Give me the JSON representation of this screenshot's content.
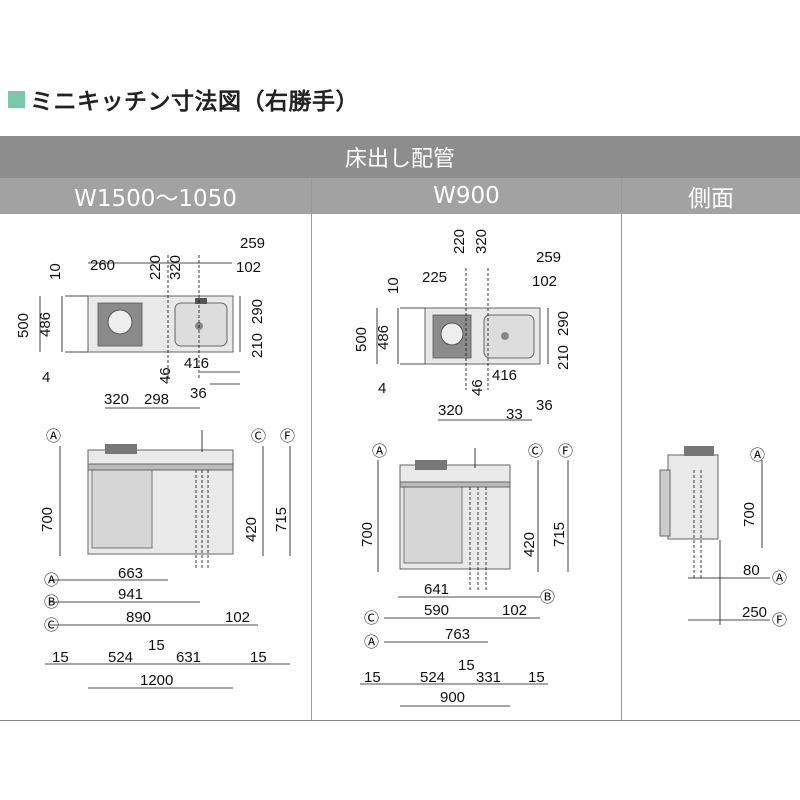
{
  "heading": "ミニキッチン寸法図（右勝手）",
  "table": {
    "top_header": "床出し配管",
    "col1": "W1500〜1050",
    "col2": "W900",
    "col3": "側面"
  },
  "markers": {
    "A": "Ⓐ",
    "B": "Ⓑ",
    "C": "Ⓒ",
    "F": "Ⓕ"
  },
  "d1": {
    "t259": "259",
    "t260": "260",
    "t220": "220",
    "t320": "320",
    "t10": "10",
    "t102": "102",
    "t500": "500",
    "t486": "486",
    "t290": "290",
    "t210": "210",
    "t4": "4",
    "t46": "46",
    "t416": "416",
    "t36": "36",
    "t320b": "320",
    "t298": "298",
    "t700": "700",
    "t420": "420",
    "t715": "715",
    "t663": "663",
    "t941": "941",
    "t890": "890",
    "t102b": "102",
    "t15a": "15",
    "t524": "524",
    "t15b": "15",
    "t631": "631",
    "t15c": "15",
    "t1200": "1200"
  },
  "d2": {
    "t220": "220",
    "t320": "320",
    "t259": "259",
    "t225": "225",
    "t102": "102",
    "t10": "10",
    "t500": "500",
    "t486": "486",
    "t290": "290",
    "t210": "210",
    "t4": "4",
    "t46": "46",
    "t416": "416",
    "t36": "36",
    "t320b": "320",
    "t33": "33",
    "t700": "700",
    "t420": "420",
    "t715": "715",
    "t641": "641",
    "t590": "590",
    "t102b": "102",
    "t763": "763",
    "t15a": "15",
    "t524": "524",
    "t15b": "15",
    "t331": "331",
    "t15c": "15",
    "t900": "900"
  },
  "d3": {
    "t700": "700",
    "t80": "80",
    "t250": "250"
  }
}
